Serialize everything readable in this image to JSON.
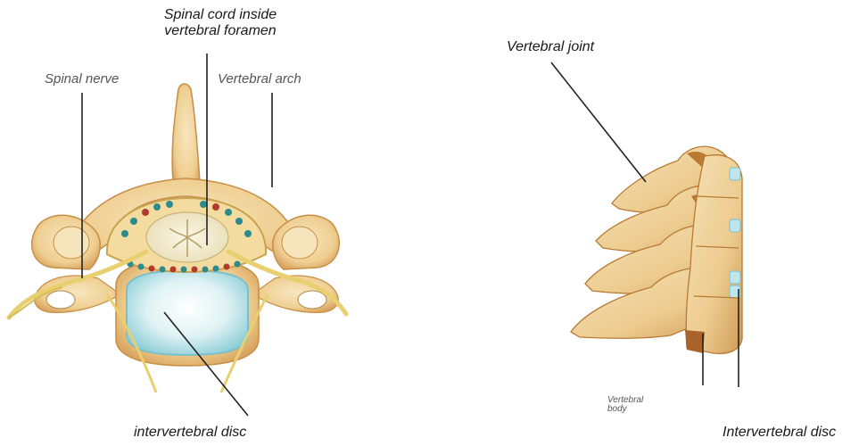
{
  "labels": {
    "spinal_cord_line1": "Spinal cord inside",
    "spinal_cord_line2": "vertebral foramen",
    "spinal_nerve": "Spinal nerve",
    "vertebral_arch": "Vertebral arch",
    "intervertebral_disc_lower": "intervertebral disc",
    "vertebral_joint": "Vertebral joint",
    "vertebral_body_line1": "Vertebral",
    "vertebral_body_line2": "body",
    "intervertebral_disc_capital": "Intervertebral disc"
  },
  "colors": {
    "bone": "#f3d9a8",
    "bone_shadow": "#d9a560",
    "bone_dark": "#b97a32",
    "cord": "#f5efd6",
    "disc": "#bfe6ec",
    "vessel_red": "#b23a2a",
    "vessel_teal": "#2f8a8e",
    "nerve": "#e8d070",
    "leader_line": "#222222"
  }
}
